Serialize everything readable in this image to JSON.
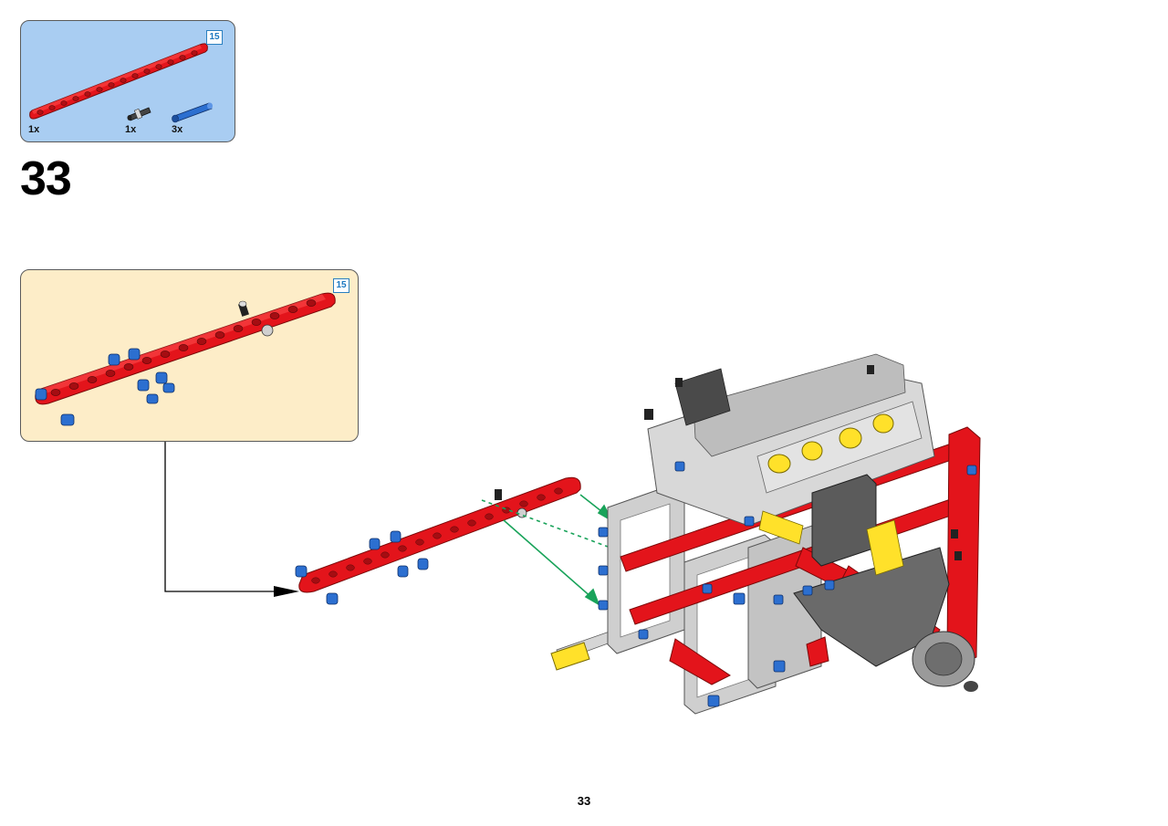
{
  "parts_list": {
    "beam_length_badge": "15",
    "parts": [
      {
        "name": "Technic beam 15",
        "color": "#e3141b",
        "quantity": "1x"
      },
      {
        "name": "Axle pin with friction",
        "color": "#2a2a2a",
        "quantity": "1x"
      },
      {
        "name": "Long pin blue",
        "color": "#1f5fb5",
        "quantity": "3x"
      }
    ],
    "background": "#a9cdf2"
  },
  "step": {
    "number": "33"
  },
  "subassembly": {
    "beam_length_badge": "15",
    "background": "#fdedc8"
  },
  "main_model": {
    "colors": {
      "red": "#e3141b",
      "light_gray": "#c9c9c9",
      "dark_gray": "#5b5b5b",
      "yellow": "#ffe12a",
      "blue": "#1f5fb5",
      "arrow_green": "#19a35a"
    }
  },
  "page": {
    "number": "33"
  }
}
